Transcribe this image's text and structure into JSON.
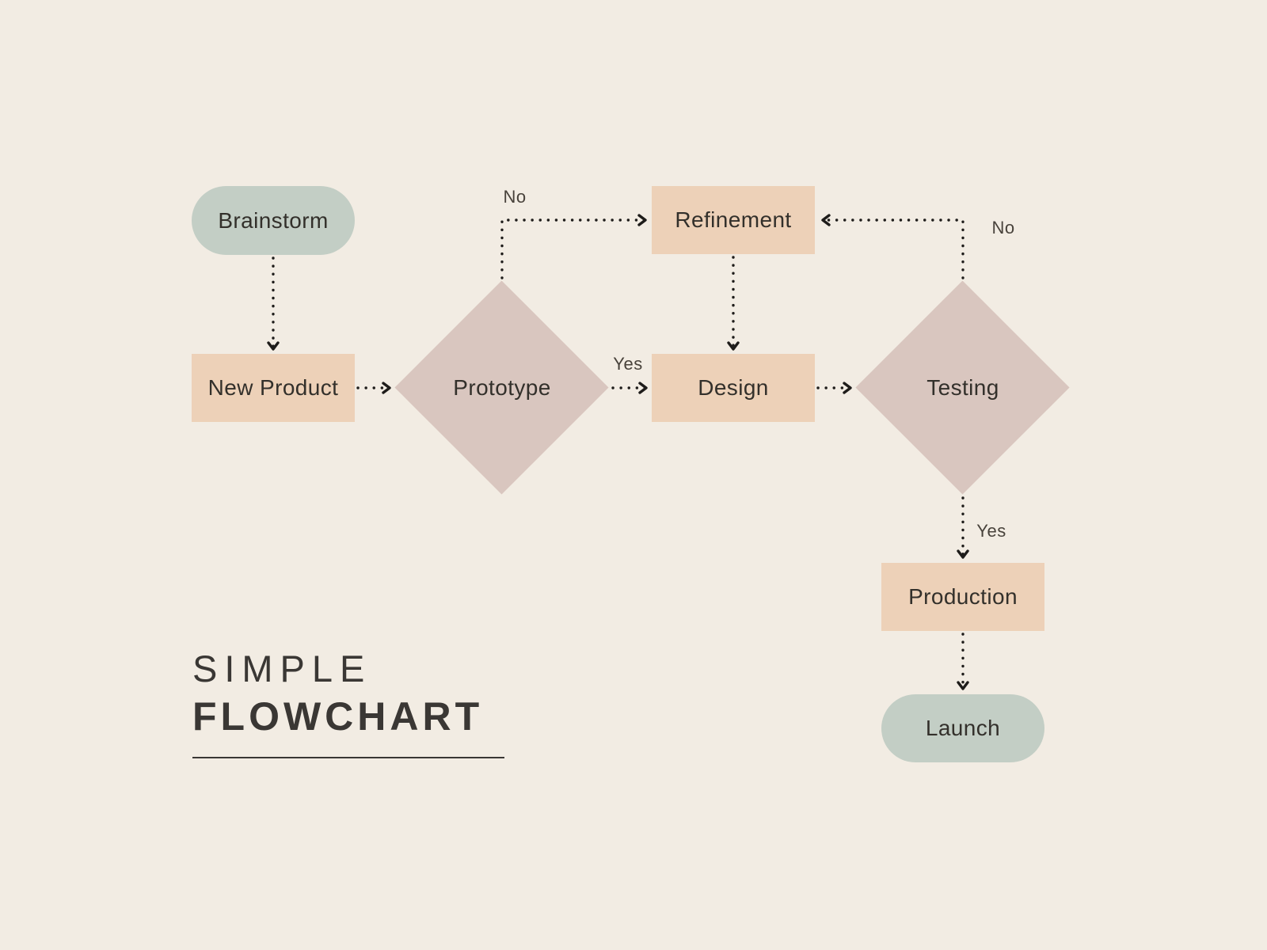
{
  "title": {
    "line1": "SIMPLE",
    "line2": "FLOWCHART"
  },
  "nodes": {
    "brainstorm": {
      "label": "Brainstorm",
      "shape": "terminal"
    },
    "new_product": {
      "label": "New Product",
      "shape": "process"
    },
    "prototype": {
      "label": "Prototype",
      "shape": "decision"
    },
    "refinement": {
      "label": "Refinement",
      "shape": "process"
    },
    "design": {
      "label": "Design",
      "shape": "process"
    },
    "testing": {
      "label": "Testing",
      "shape": "decision"
    },
    "production": {
      "label": "Production",
      "shape": "process"
    },
    "launch": {
      "label": "Launch",
      "shape": "terminal"
    }
  },
  "edge_labels": {
    "prototype_no": "No",
    "prototype_yes": "Yes",
    "testing_no": "No",
    "testing_yes": "Yes"
  },
  "colors": {
    "background": "#f2ece3",
    "terminal_fill": "#c3cec5",
    "process_fill": "#edd1b8",
    "decision_fill": "#d9c6bf",
    "connector": "#1e1c1a",
    "node_text": "#33302b",
    "edge_label_text": "#48423b",
    "title_text": "#3a3734"
  }
}
